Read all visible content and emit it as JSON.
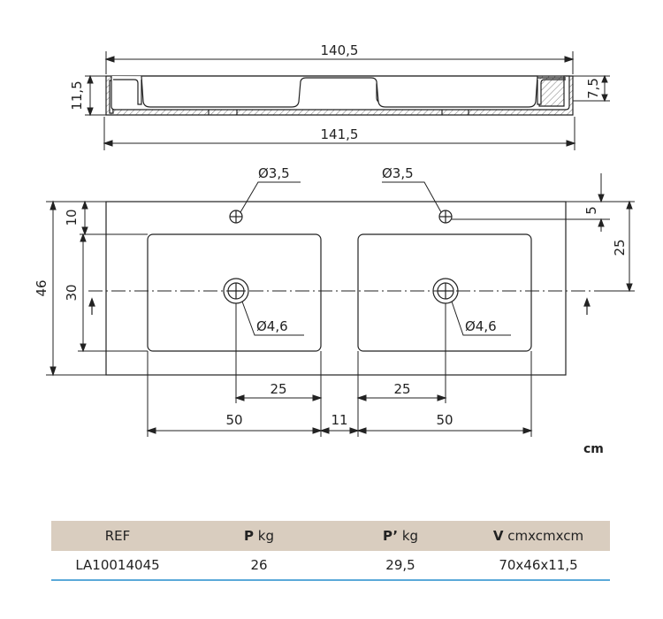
{
  "dimensions": {
    "top_width_inner": "140,5",
    "top_width_outer": "141,5",
    "top_height": "11,5",
    "top_depth_right": "7,5",
    "hole_small_left": "Ø3,5",
    "hole_small_right": "Ø3,5",
    "drain_left": "Ø4,6",
    "drain_right": "Ø4,6",
    "depth_total": "46",
    "offset_top": "10",
    "basin_depth": "30",
    "tap_offset": "5",
    "drain_offset": "25",
    "half_left": "25",
    "half_right": "25",
    "basin_width_left": "50",
    "basin_gap": "11",
    "basin_width_right": "50"
  },
  "unit": "cm",
  "table": {
    "headers": [
      {
        "bold": "",
        "text": "REF"
      },
      {
        "bold": "P",
        "text": " kg"
      },
      {
        "bold": "P’",
        "text": " kg"
      },
      {
        "bold": "V",
        "text": " cmxcmxcm"
      }
    ],
    "row": [
      "LA10014045",
      "26",
      "29,5",
      "70x46x11,5"
    ]
  }
}
